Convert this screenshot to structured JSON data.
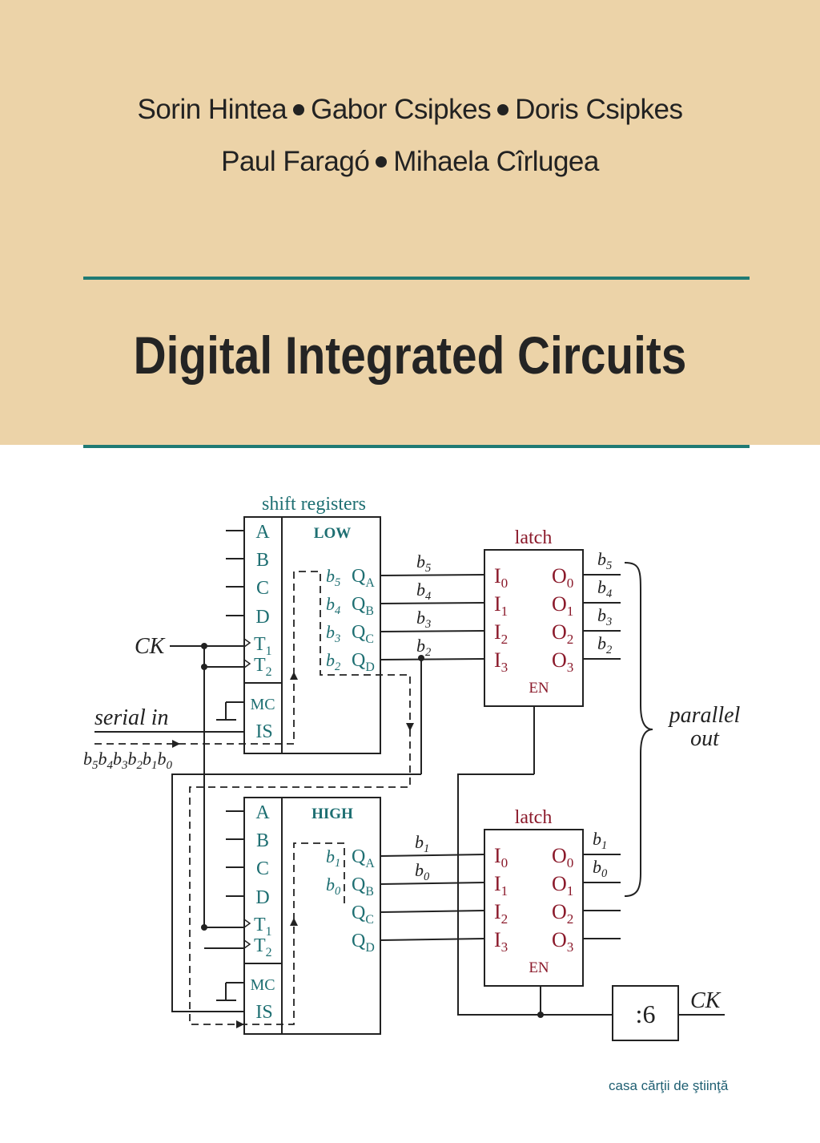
{
  "cover": {
    "authors_line1": [
      "Sorin Hintea",
      "Gabor Csipkes",
      "Doris Csipkes"
    ],
    "authors_line2": [
      "Paul Faragó",
      "Mihaela Cîrlugea"
    ],
    "title": "Digital Integrated Circuits",
    "publisher": "casa cărţii de ştiinţă",
    "colors": {
      "band": "#ecd3a8",
      "rule": "#1f7a74",
      "teal_text": "#1e6f72",
      "latch_text": "#8b1a2b"
    }
  },
  "diagram": {
    "shift_registers_label": "shift registers",
    "low_label": "LOW",
    "high_label": "HIGH",
    "latch_label": "latch",
    "reg_inputs": [
      "A",
      "B",
      "C",
      "D"
    ],
    "reg_q": [
      "Q",
      "Q",
      "Q",
      "Q"
    ],
    "reg_q_sub": [
      "A",
      "B",
      "C",
      "D"
    ],
    "reg_t": [
      "T",
      "T"
    ],
    "reg_t_sub": [
      "1",
      "2"
    ],
    "mc_label": "MC",
    "is_label": "IS",
    "latch_in": [
      "I",
      "I",
      "I",
      "I"
    ],
    "latch_out": [
      "O",
      "O",
      "O",
      "O"
    ],
    "latch_sub": [
      "0",
      "1",
      "2",
      "3"
    ],
    "en_label": "EN",
    "ck_label": "CK",
    "serial_in_label": "serial in",
    "serial_bits": "b5b4b3b2b1b0",
    "parallel_out_line1": "parallel",
    "parallel_out_line2": "out",
    "divider_label": ":6",
    "bit": "b",
    "low_bits": [
      "5",
      "4",
      "3",
      "2"
    ],
    "high_bits": [
      "1",
      "0"
    ]
  }
}
